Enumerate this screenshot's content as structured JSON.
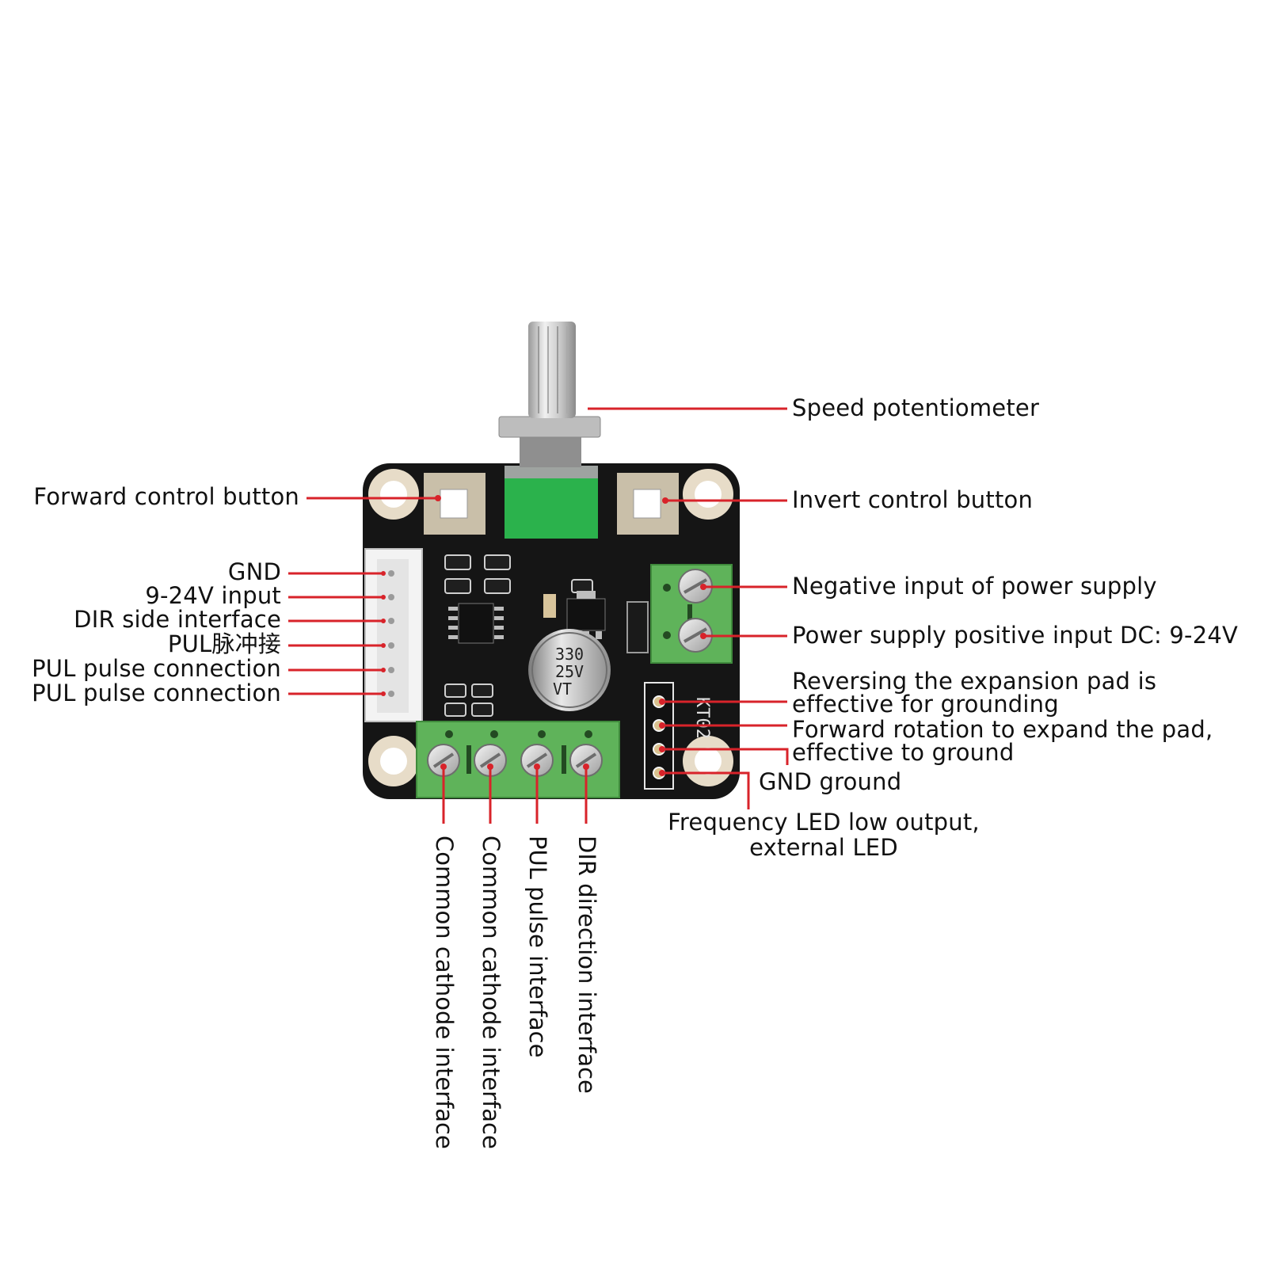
{
  "board": {
    "model_label": "KT02",
    "capacitor_text": [
      "330",
      "25V",
      "VT"
    ]
  },
  "labels": {
    "speed_potentiometer": "Speed potentiometer",
    "forward_control_button": "Forward control button",
    "invert_control_button": "Invert control button",
    "gnd": "GND",
    "input_9_24v": "9-24V input",
    "dir_side_interface": "DIR side interface",
    "pul_chinese": "PUL脉冲接",
    "pul_pulse_connection_1": "PUL pulse connection",
    "pul_pulse_connection_2": "PUL pulse connection",
    "negative_input": "Negative input of power supply",
    "positive_input": "Power supply positive input DC: 9-24V",
    "reversing_pad_line1": "Reversing the expansion pad is",
    "reversing_pad_line2": "effective for grounding",
    "forward_pad_line1": "Forward rotation to expand the pad,",
    "forward_pad_line2": "effective to ground",
    "gnd_ground": "GND ground",
    "freq_led_line1": "Frequency LED low output,",
    "freq_led_line2": "external LED",
    "common_cathode_1": "Common cathode interface",
    "common_cathode_2": "Common cathode interface",
    "pul_pulse_interface": "PUL pulse interface",
    "dir_direction_interface": "DIR direction interface"
  },
  "colors": {
    "leader_line": "#d8232a",
    "pcb": "#151515",
    "terminal_green": "#5fb35a",
    "mount_ring": "#e7dcc8"
  }
}
